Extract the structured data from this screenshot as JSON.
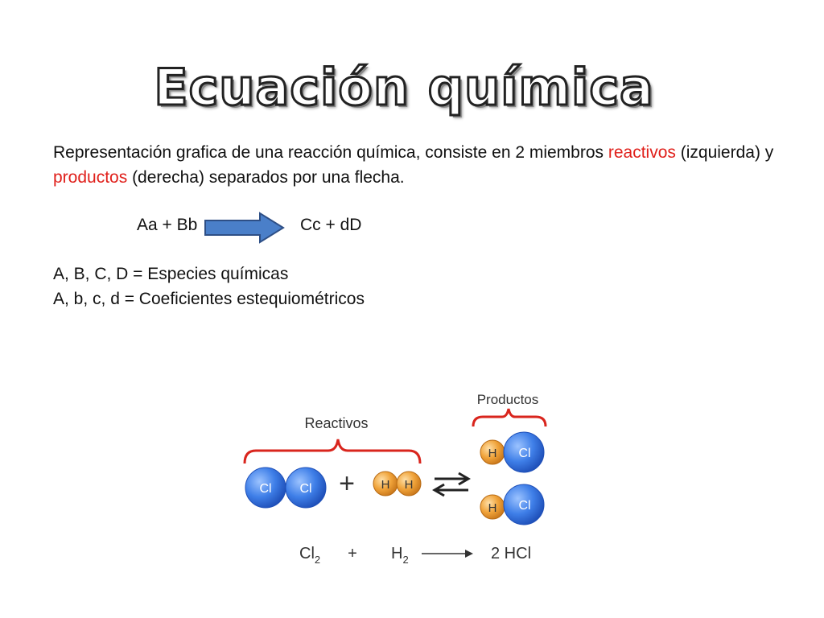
{
  "title": "Ecuación química",
  "description": {
    "part1": "Representación grafica de una reacción química, consiste en 2 miembros ",
    "reactivos": "reactivos",
    "part2": " (izquierda) y ",
    "productos": "productos",
    "part3": " (derecha) separados por una flecha."
  },
  "equation": {
    "left": "Aa + Bb",
    "right": "Cc + dD"
  },
  "definitions": [
    "A, B, C, D = Especies químicas",
    "A, b, c, d = Coeficientes estequiométricos"
  ],
  "diagram": {
    "reactivos_label": "Reactivos",
    "productos_label": "Productos",
    "plus": "+",
    "cl": "Cl",
    "h": "H",
    "formula": {
      "cl": "Cl",
      "cl_sub": "2",
      "plus": "+",
      "h": "H",
      "h_sub": "2",
      "product": "2 HCl"
    }
  },
  "colors": {
    "accent": "#e0201b",
    "arrow_fill": "#4a7fc9",
    "arrow_stroke": "#2e4f86",
    "bracket": "#d9251d",
    "cl_atom": "#3f7fe8",
    "h_atom": "#f0a33a"
  }
}
